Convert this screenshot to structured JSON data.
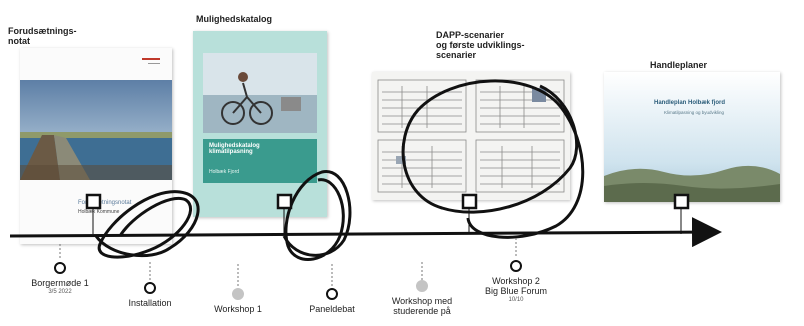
{
  "documents": {
    "forudsaetning": {
      "title": "Forudsætnings-\nnotat",
      "cover_title": "Forudsætningsnotat",
      "cover_sub": "Holbæk Kommune"
    },
    "muligheds": {
      "title": "Mulighedskatalog",
      "cover_title": "Mulighedskatalog\nklimatilpasning",
      "cover_sub": "Holbæk Fjord"
    },
    "dapp": {
      "title": "DAPP-scenarier\nog første udviklings-\nscenarier"
    },
    "handleplaner": {
      "title": "Handleplaner",
      "cover_title": "Handleplan Holbæk fjord",
      "cover_sub": "Klimatilpasning og byudvikling"
    }
  },
  "events": [
    {
      "label": "Borgermøde 1",
      "date": "3/5 2022"
    },
    {
      "label": "Installation",
      "date": ""
    },
    {
      "label": "Workshop 1",
      "date": ""
    },
    {
      "label": "Paneldebat",
      "date": ""
    },
    {
      "label": "Workshop med\nstuderende på",
      "date": ""
    },
    {
      "label": "Workshop 2\nBig Blue Forum",
      "date": "10/10"
    }
  ],
  "colors": {
    "line": "#111111",
    "muligheds_panel": "#b8e0da",
    "muligheds_accent": "#3a9b8e",
    "muted_marker": "#c4c4c4",
    "sky": "#cfe3ee"
  }
}
